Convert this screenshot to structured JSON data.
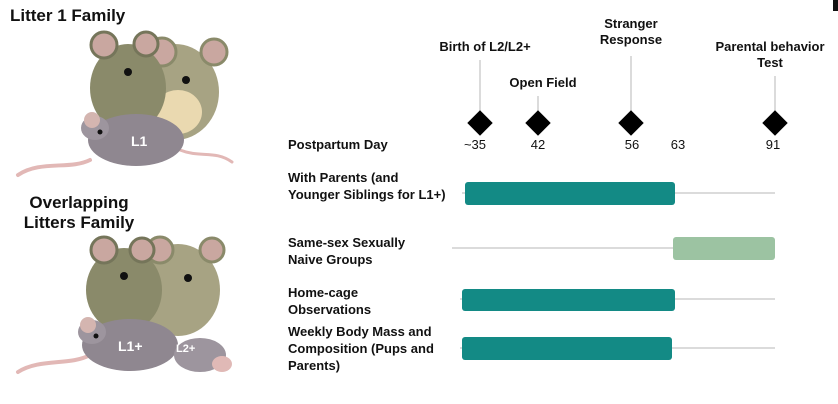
{
  "groups": {
    "litter1": {
      "title": "Litter 1 Family",
      "pup_label": "L1"
    },
    "overlap": {
      "title": "Overlapping Litters Family",
      "pup_label": "L1+",
      "younger_label": "L2+"
    }
  },
  "events": [
    {
      "label": "Birth of L2/L2+",
      "day": "~35"
    },
    {
      "label": "Open Field",
      "day": "42"
    },
    {
      "label": "Stranger Response",
      "day": "56"
    },
    {
      "label": "Parental behavior Test",
      "day": "91"
    }
  ],
  "axis": {
    "label": "Postpartum Day",
    "extra_tick": "63"
  },
  "rows": [
    {
      "label": "With Parents (and Younger Siblings for L1+)",
      "bar_start": "~35",
      "bar_end": "63",
      "color": "#138a85"
    },
    {
      "label": "Same-sex Sexually Naive Groups",
      "bar_start": "63",
      "bar_end": "91",
      "color": "#9cc3a2"
    },
    {
      "label": "Home-cage Observations",
      "bar_start": "~35",
      "bar_end": "63",
      "color": "#138a85"
    },
    {
      "label": "Weekly Body Mass and Composition (Pups and Parents)",
      "bar_start": "~35",
      "bar_end": "63",
      "color": "#138a85"
    }
  ],
  "colors": {
    "teal": "#138a85",
    "sage": "#9cc3a2",
    "line": "#cfcfcf",
    "mouse_dark": "#8a8a6a",
    "mouse_light": "#a7a383",
    "pup": "#8f8790",
    "tail": "#e2b8b6"
  }
}
